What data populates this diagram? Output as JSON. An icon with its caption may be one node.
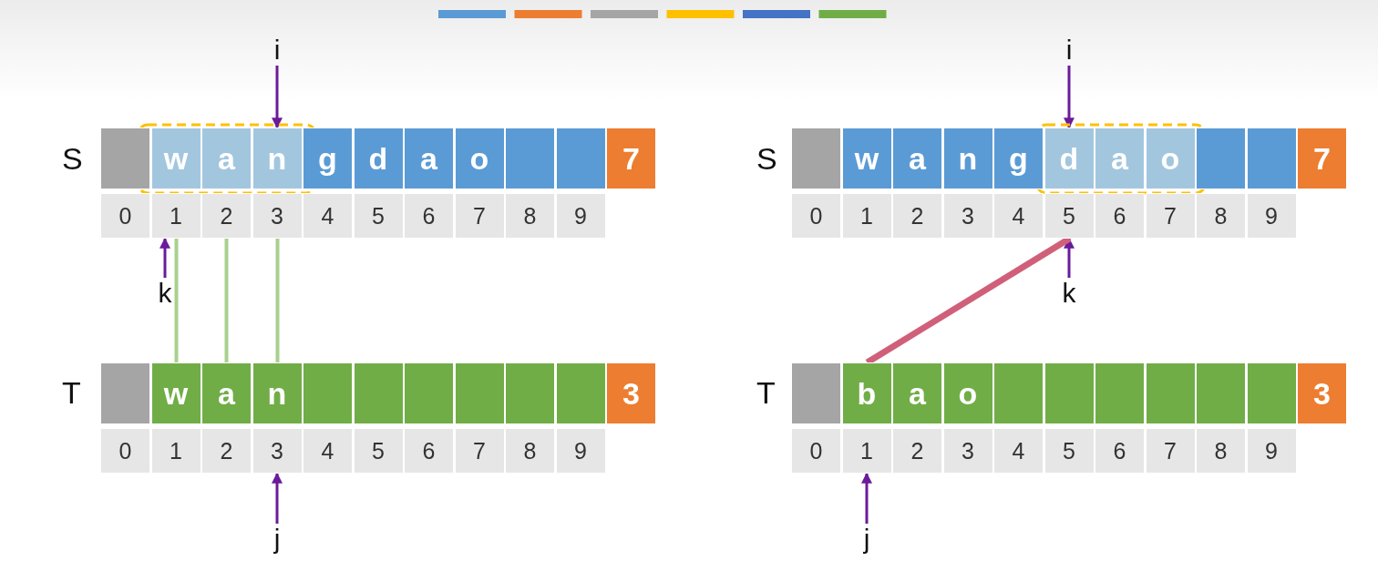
{
  "diagram": {
    "nodes": [
      {
        "text": [
          "i"
        ]
      },
      {
        "text": [],
        "shape": "box"
      },
      {
        "text": [
          "w"
        ]
      },
      {
        "text": [
          "a"
        ]
      },
      {
        "text": [
          "n"
        ]
      },
      {
        "text": [
          "g"
        ]
      },
      {
        "text": [
          "d"
        ]
      },
      {
        "text": [
          "a"
        ]
      },
      {
        "text": [
          "o"
        ]
      },
      {
        "text": [],
        "shape": "box"
      },
      {
        "text": [],
        "shape": "box"
      },
      {
        "text": [
          "7"
        ]
      },
      {
        "text": [
          "0"
        ]
      },
      {
        "text": [
          "1"
        ]
      },
      {
        "text": [
          "2"
        ]
      },
      {
        "text": [
          "3"
        ]
      },
      {
        "text": [
          "4"
        ]
      },
      {
        "text": [
          "5"
        ]
      },
      {
        "text": [
          "6"
        ]
      },
      {
        "text": [
          "7"
        ]
      },
      {
        "text": [
          "8"
        ]
      },
      {
        "text": [
          "9"
        ]
      },
      {
        "text": [
          "k"
        ]
      },
      {
        "text": [],
        "shape": "box"
      },
      {
        "text": [
          "w"
        ]
      },
      {
        "text": [
          "a"
        ]
      },
      {
        "text": [
          "n"
        ]
      },
      {
        "text": [],
        "shape": "box"
      },
      {
        "text": [],
        "shape": "box"
      },
      {
        "text": [],
        "shape": "box"
      },
      {
        "text": [],
        "shape": "box"
      },
      {
        "text": [],
        "shape": "box"
      },
      {
        "text": [],
        "shape": "box"
      },
      {
        "text": [
          "3"
        ]
      },
      {
        "text": [
          "0"
        ]
      },
      {
        "text": [
          "1"
        ]
      },
      {
        "text": [
          "2"
        ]
      },
      {
        "text": [
          "3"
        ]
      },
      {
        "text": [
          "4"
        ]
      },
      {
        "text": [
          "5"
        ]
      },
      {
        "text": [
          "6"
        ]
      },
      {
        "text": [
          "7"
        ]
      },
      {
        "text": [
          "8"
        ]
      },
      {
        "text": [
          "9"
        ]
      },
      {
        "text": [
          "j"
        ]
      },
      {
        "text": [
          "i"
        ]
      },
      {
        "text": [],
        "shape": "box"
      },
      {
        "text": [
          "w"
        ]
      },
      {
        "text": [
          "a"
        ]
      },
      {
        "text": [
          "n"
        ]
      },
      {
        "text": [
          "g"
        ]
      },
      {
        "text": [
          "d"
        ]
      },
      {
        "text": [
          "a"
        ]
      },
      {
        "text": [
          "o"
        ]
      },
      {
        "text": [],
        "shape": "box"
      },
      {
        "text": [],
        "shape": "box"
      },
      {
        "text": [
          "7"
        ]
      },
      {
        "text": [
          "0"
        ]
      },
      {
        "text": [
          "1"
        ]
      },
      {
        "text": [
          "2"
        ]
      },
      {
        "text": [
          "3"
        ]
      },
      {
        "text": [
          "4"
        ]
      },
      {
        "text": [
          "5"
        ]
      },
      {
        "text": [
          "6"
        ]
      },
      {
        "text": [
          "7"
        ]
      },
      {
        "text": [
          "8"
        ]
      },
      {
        "text": [
          "9"
        ]
      },
      {
        "text": [
          "k"
        ]
      },
      {
        "text": [],
        "shape": "box"
      },
      {
        "text": [
          "b"
        ]
      },
      {
        "text": [
          "a"
        ]
      },
      {
        "text": [
          "o"
        ]
      },
      {
        "text": [],
        "shape": "box"
      },
      {
        "text": [],
        "shape": "box"
      },
      {
        "text": [],
        "shape": "box"
      },
      {
        "text": [],
        "shape": "box"
      },
      {
        "text": [],
        "shape": "box"
      },
      {
        "text": [],
        "shape": "box"
      },
      {
        "text": [
          "3"
        ]
      },
      {
        "text": [
          "0"
        ]
      },
      {
        "text": [
          "1"
        ]
      },
      {
        "text": [
          "2"
        ]
      },
      {
        "text": [
          "3"
        ]
      },
      {
        "text": [
          "4"
        ]
      },
      {
        "text": [
          "5"
        ]
      },
      {
        "text": [
          "6"
        ]
      },
      {
        "text": [
          "7"
        ]
      },
      {
        "text": [
          "8"
        ]
      },
      {
        "text": [
          "9"
        ]
      },
      {
        "text": [
          "j"
        ]
      }
    ],
    "edges": [
      {
        "from": 0,
        "to": 4,
        "arrow": "to"
      },
      {
        "from": 22,
        "to": 13,
        "arrow": "to"
      },
      {
        "from": 44,
        "to": 37,
        "arrow": "to"
      },
      {
        "from": 13,
        "to": 24,
        "arrow": "none",
        "color": "#a9d18e"
      },
      {
        "from": 14,
        "to": 25,
        "arrow": "none",
        "color": "#a9d18e"
      },
      {
        "from": 15,
        "to": 26,
        "arrow": "none",
        "color": "#a9d18e"
      },
      {
        "from": 45,
        "to": 51,
        "arrow": "to"
      },
      {
        "from": 67,
        "to": 62,
        "arrow": "to"
      },
      {
        "from": 89,
        "to": 80,
        "arrow": "to"
      },
      {
        "from": 62,
        "to": 69,
        "arrow": "none",
        "style": "thick",
        "color": "#d0607a"
      }
    ],
    "labels": [
      "S",
      "T",
      "S",
      "T"
    ]
  }
}
